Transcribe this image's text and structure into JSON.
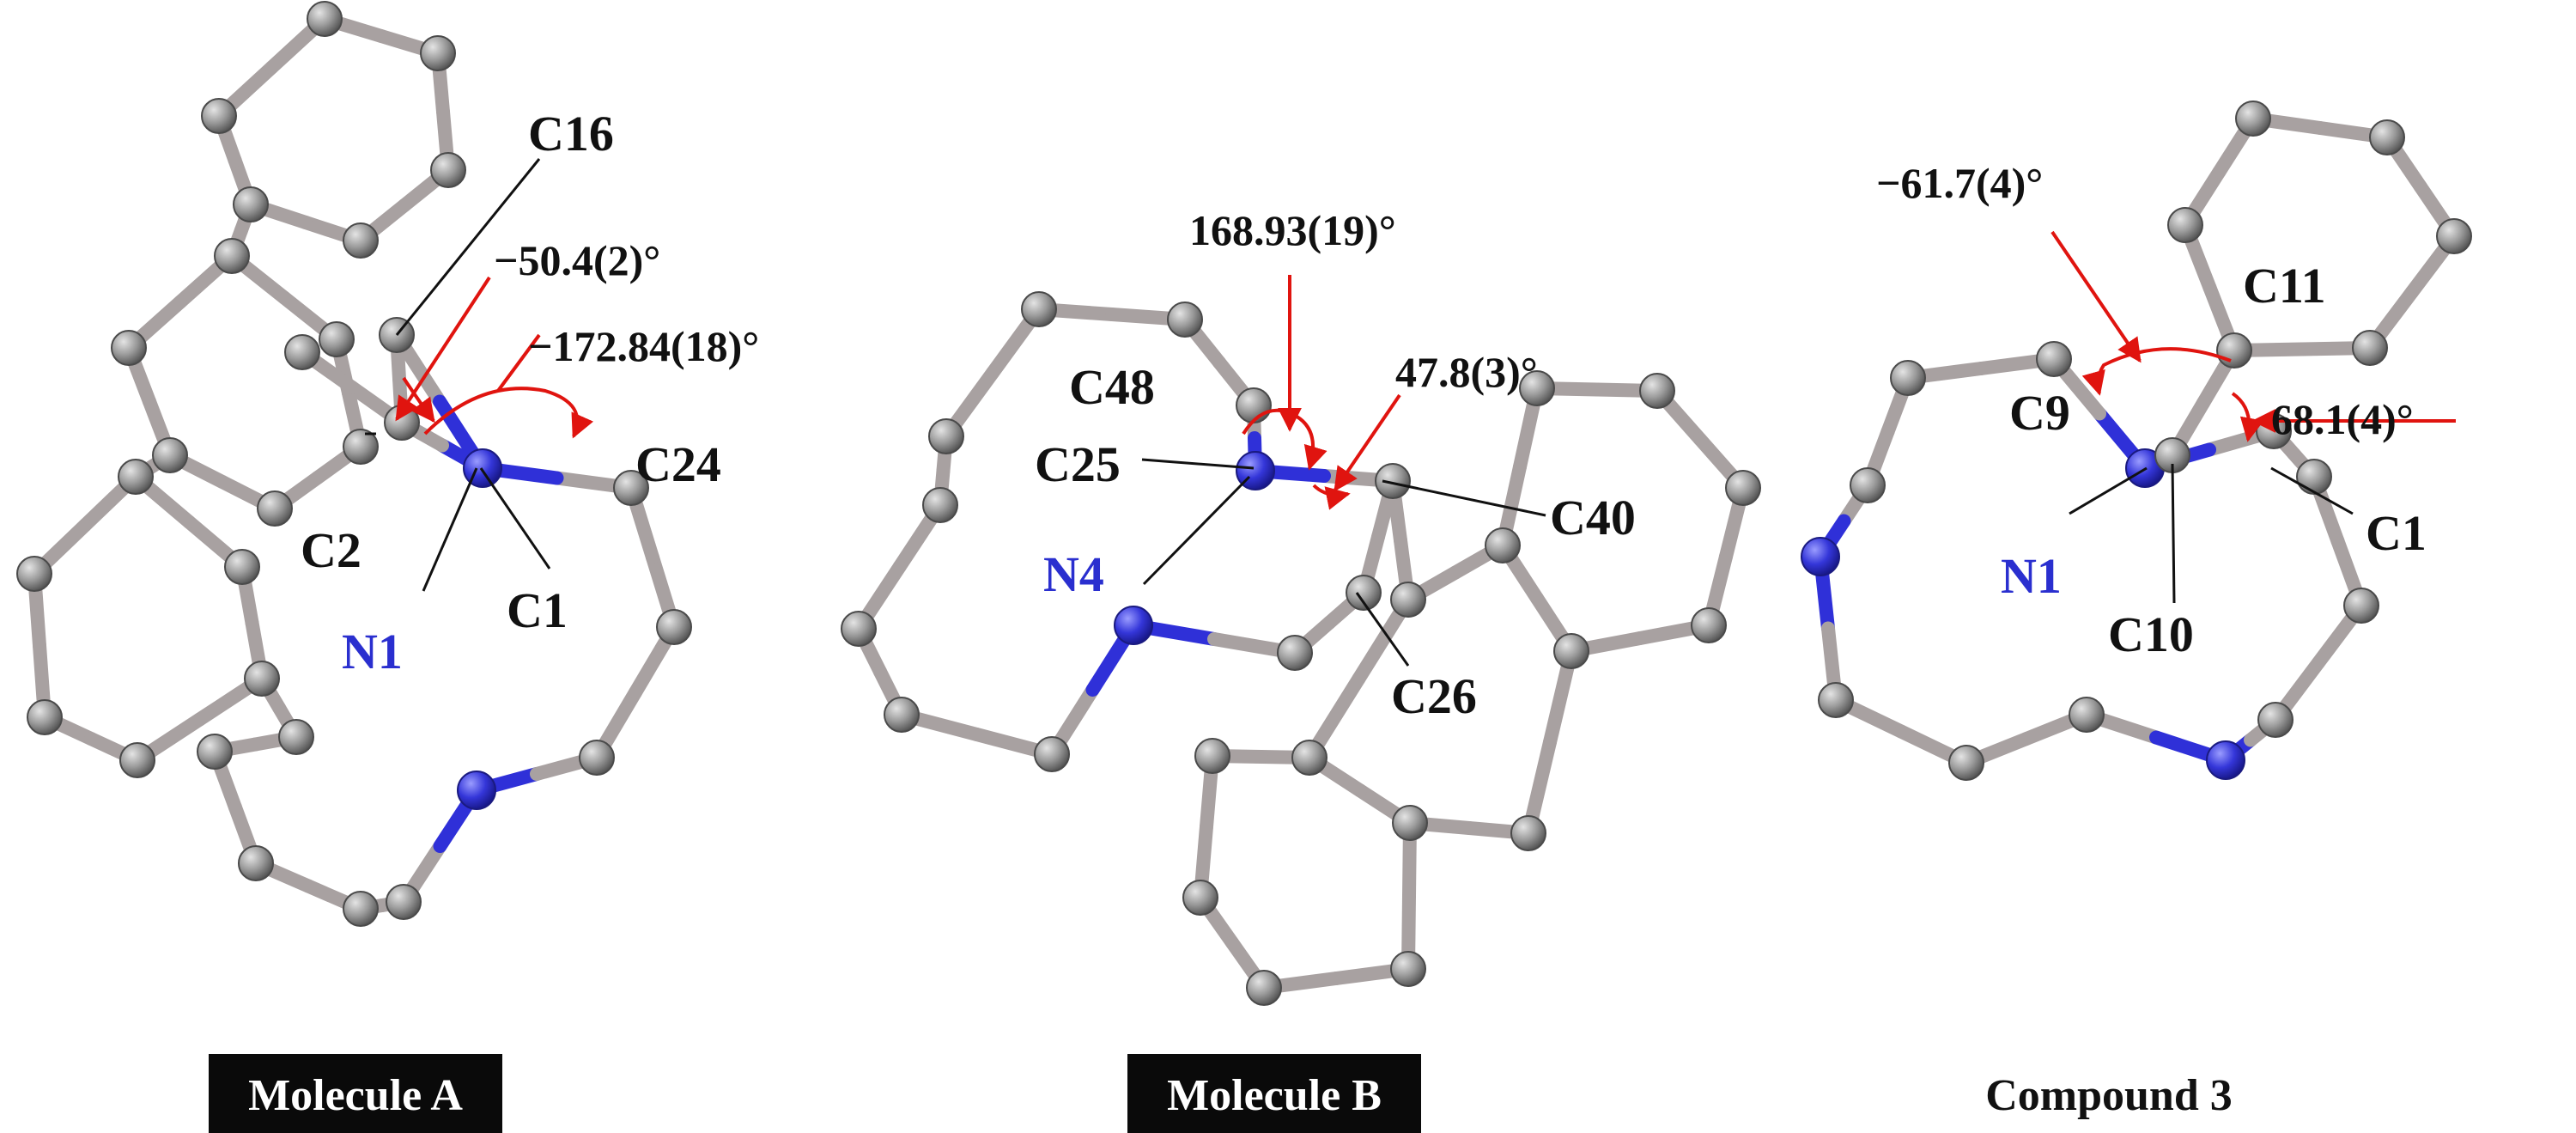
{
  "colors": {
    "carbon": "#9a9a9a",
    "bond": "#a8a1a1",
    "nitrogen": "#2f30d8",
    "angle_arrow": "#e0140f",
    "leader": "#111111",
    "caption_bg": "#0a0a0a",
    "caption_fg": "#ffffff"
  },
  "panels": [
    {
      "caption": "Molecule A",
      "caption_style": "inverted",
      "atom_labels": [
        "C16",
        "C24",
        "C2",
        "C1",
        "N1"
      ],
      "angles": [
        "−50.4(2)°",
        "−172.84(18)°"
      ]
    },
    {
      "caption": "Molecule B",
      "caption_style": "inverted",
      "atom_labels": [
        "C48",
        "C25",
        "N4",
        "C40",
        "C26"
      ],
      "angles": [
        "168.93(19)°",
        "47.8(3)°"
      ]
    },
    {
      "caption": "Compound 3",
      "caption_style": "plain",
      "atom_labels": [
        "C11",
        "C9",
        "C1",
        "N1",
        "C10"
      ],
      "angles": [
        "−61.7(4)°",
        "68.1(4)°"
      ]
    }
  ]
}
